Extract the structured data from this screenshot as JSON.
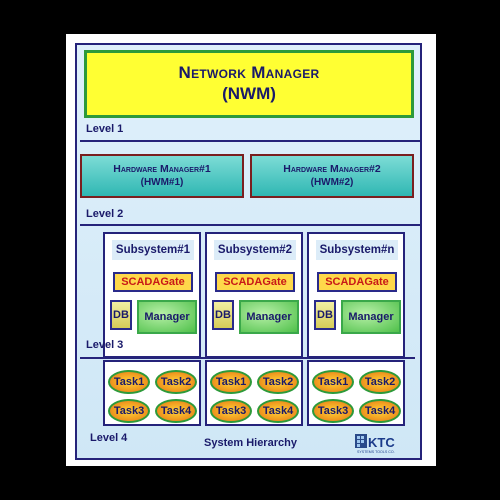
{
  "network_manager": {
    "line1": "Network Manager",
    "line2": "(NWM)"
  },
  "levels": [
    "Level 1",
    "Level 2",
    "Level 3",
    "Level 4"
  ],
  "hardware_managers": [
    {
      "name": "Hardware Manager#1",
      "abbr": "(HWM#1)"
    },
    {
      "name": "Hardware Manager#2",
      "abbr": "(HWM#2)"
    }
  ],
  "subsystems": [
    {
      "title": "Subsystem#1",
      "scada": "SCADAGate",
      "db": "DB",
      "manager": "Manager",
      "tasks": [
        "Task1",
        "Task2",
        "Task3",
        "Task4"
      ]
    },
    {
      "title": "Subsystem#2",
      "scada": "SCADAGate",
      "db": "DB",
      "manager": "Manager",
      "tasks": [
        "Task1",
        "Task2",
        "Task3",
        "Task4"
      ]
    },
    {
      "title": "Subsystem#n",
      "scada": "SCADAGate",
      "db": "DB",
      "manager": "Manager",
      "tasks": [
        "Task1",
        "Task2",
        "Task3",
        "Task4"
      ]
    }
  ],
  "caption": "System Hierarchy",
  "logo": {
    "text": "KTC",
    "subtext": "SYSTEMS TOOLS CO."
  },
  "colors": {
    "frame_border": "#25237a",
    "nwm_fill": "#ffff33",
    "nwm_border": "#2d9a3a",
    "hwm_fill": "#2fb7b3",
    "hwm_border": "#7a1f1f",
    "scada_fill": "#ffd84a",
    "scada_text": "#c81818",
    "manager_fill": "#4fc04a",
    "task_fill": "#f2a021"
  }
}
